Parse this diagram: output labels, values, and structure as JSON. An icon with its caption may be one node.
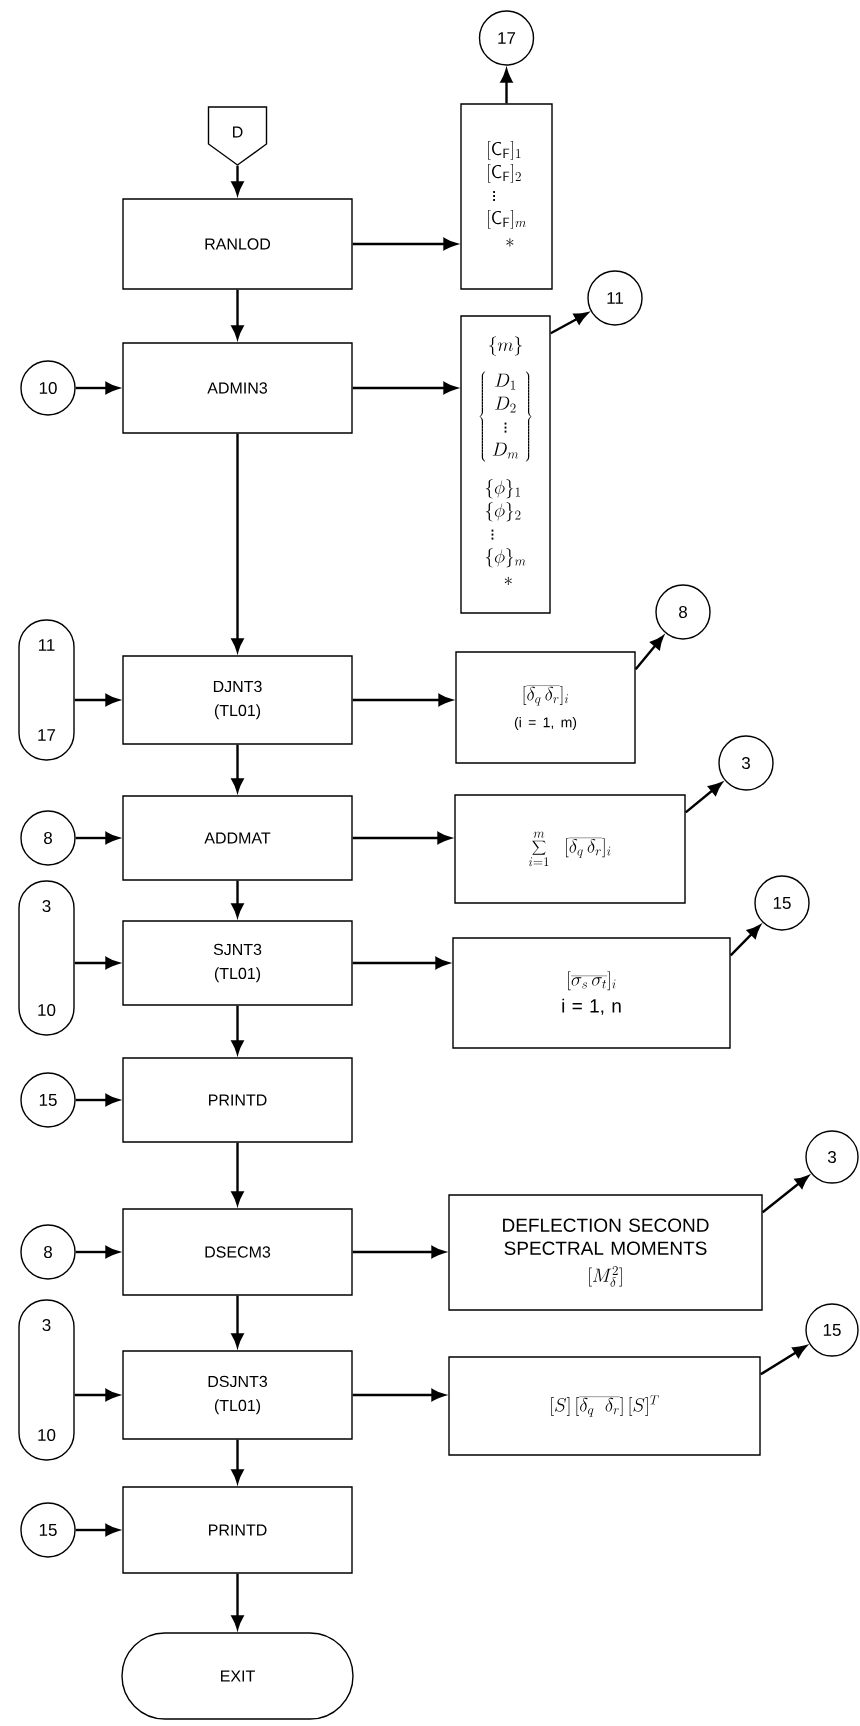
{
  "diagram": {
    "nodes": [
      {
        "text": [
          "17"
        ]
      },
      {
        "text": [
          "D"
        ]
      },
      {
        "text": [
          "RANLOD"
        ]
      },
      {
        "text": [
          "\\begin{array}{l}\\lbrack \\mathsf{C}_{\\mathsf{F}}\\rbrack_1\\\\ \\lbrack \\mathsf{C}_{\\mathsf{F}}\\rbrack_2\\\\ \\;\\vdots\\\\ \\lbrack \\mathsf{C}_{\\mathsf{F}}\\rbrack_m\\\\ \\quad\\ast\\end{array}"
        ]
      },
      {
        "text": [
          "11"
        ]
      },
      {
        "text": [
          "10"
        ]
      },
      {
        "text": [
          "ADMIN3"
        ]
      },
      {
        "text": [
          "\\{m\\}",
          "\\left\\{\\begin{array}{c}D_1\\\\ D_2\\\\ \\vdots\\\\ D_m\\end{array}\\right\\}",
          "\\begin{array}{l}\\{\\phi\\}_1\\\\ \\{\\phi\\}_2\\\\ \\;\\vdots\\\\ \\{\\phi\\}_m\\\\ \\quad\\ast\\end{array}"
        ]
      },
      {
        "text": [
          "8"
        ]
      },
      {
        "text": [
          "11",
          "17"
        ]
      },
      {
        "text": [
          "DJNT3",
          "(TL01)"
        ]
      },
      {
        "text": [
          "\\lbrack\\overline{\\delta_q\\,\\delta_r}\\rbrack_i",
          "(i = 1, m)"
        ]
      },
      {
        "text": [
          "3"
        ]
      },
      {
        "text": [
          "8"
        ]
      },
      {
        "text": [
          "ADDMAT"
        ]
      },
      {
        "text": [
          "\\sum_{i=1}^{m}\\;\\lbrack\\overline{\\delta_q\\,\\delta_r}\\rbrack_i"
        ]
      },
      {
        "text": [
          "15"
        ]
      },
      {
        "text": [
          "3",
          "10"
        ]
      },
      {
        "text": [
          "SJNT3",
          "(TL01)"
        ]
      },
      {
        "text": [
          "\\lbrack\\overline{\\sigma_s\\,\\sigma_t}\\rbrack_i",
          "i = 1, n"
        ]
      },
      {
        "text": [
          "15"
        ]
      },
      {
        "text": [
          "PRINTD"
        ]
      },
      {
        "text": [
          "3"
        ]
      },
      {
        "text": [
          "8"
        ]
      },
      {
        "text": [
          "DSECM3"
        ]
      },
      {
        "text": [
          "DEFLECTION SECOND SPECTRAL MOMENTS",
          "\\lbrack M^{2}_{\\delta}\\rbrack"
        ]
      },
      {
        "text": [
          "15"
        ]
      },
      {
        "text": [
          "3",
          "10"
        ]
      },
      {
        "text": [
          "DSJNT3",
          "(TL01)"
        ]
      },
      {
        "text": [
          "\\lbrack S\\rbrack\\,\\lbrack\\overline{\\delta_q\\;\\;\\delta_r}\\rbrack\\,\\lbrack S\\rbrack^{T}"
        ]
      },
      {
        "text": [
          "15"
        ]
      },
      {
        "text": [
          "PRINTD"
        ]
      },
      {
        "text": [
          "EXIT"
        ]
      }
    ],
    "edges": [
      {
        "from": 1,
        "to": 2,
        "arrow": "to"
      },
      {
        "from": 2,
        "to": 3,
        "arrow": "to"
      },
      {
        "from": 3,
        "to": 0,
        "arrow": "to"
      },
      {
        "from": 2,
        "to": 6,
        "arrow": "to"
      },
      {
        "from": 5,
        "to": 6,
        "arrow": "to"
      },
      {
        "from": 6,
        "to": 7,
        "arrow": "to"
      },
      {
        "from": 7,
        "to": 4,
        "arrow": "to"
      },
      {
        "from": 6,
        "to": 10,
        "arrow": "to"
      },
      {
        "from": 9,
        "to": 10,
        "arrow": "to"
      },
      {
        "from": 10,
        "to": 11,
        "arrow": "to"
      },
      {
        "from": 11,
        "to": 8,
        "arrow": "to"
      },
      {
        "from": 10,
        "to": 14,
        "arrow": "to"
      },
      {
        "from": 13,
        "to": 14,
        "arrow": "to"
      },
      {
        "from": 14,
        "to": 15,
        "arrow": "to"
      },
      {
        "from": 15,
        "to": 12,
        "arrow": "to"
      },
      {
        "from": 14,
        "to": 18,
        "arrow": "to"
      },
      {
        "from": 17,
        "to": 18,
        "arrow": "to"
      },
      {
        "from": 18,
        "to": 19,
        "arrow": "to"
      },
      {
        "from": 19,
        "to": 16,
        "arrow": "to"
      },
      {
        "from": 18,
        "to": 21,
        "arrow": "to"
      },
      {
        "from": 20,
        "to": 21,
        "arrow": "to"
      },
      {
        "from": 21,
        "to": 24,
        "arrow": "to"
      },
      {
        "from": 23,
        "to": 24,
        "arrow": "to"
      },
      {
        "from": 24,
        "to": 25,
        "arrow": "to"
      },
      {
        "from": 25,
        "to": 22,
        "arrow": "to"
      },
      {
        "from": 24,
        "to": 28,
        "arrow": "to"
      },
      {
        "from": 27,
        "to": 28,
        "arrow": "to"
      },
      {
        "from": 28,
        "to": 29,
        "arrow": "to"
      },
      {
        "from": 29,
        "to": 26,
        "arrow": "to"
      },
      {
        "from": 28,
        "to": 31,
        "arrow": "to"
      },
      {
        "from": 30,
        "to": 31,
        "arrow": "to"
      },
      {
        "from": 31,
        "to": 32,
        "arrow": "to"
      }
    ]
  }
}
